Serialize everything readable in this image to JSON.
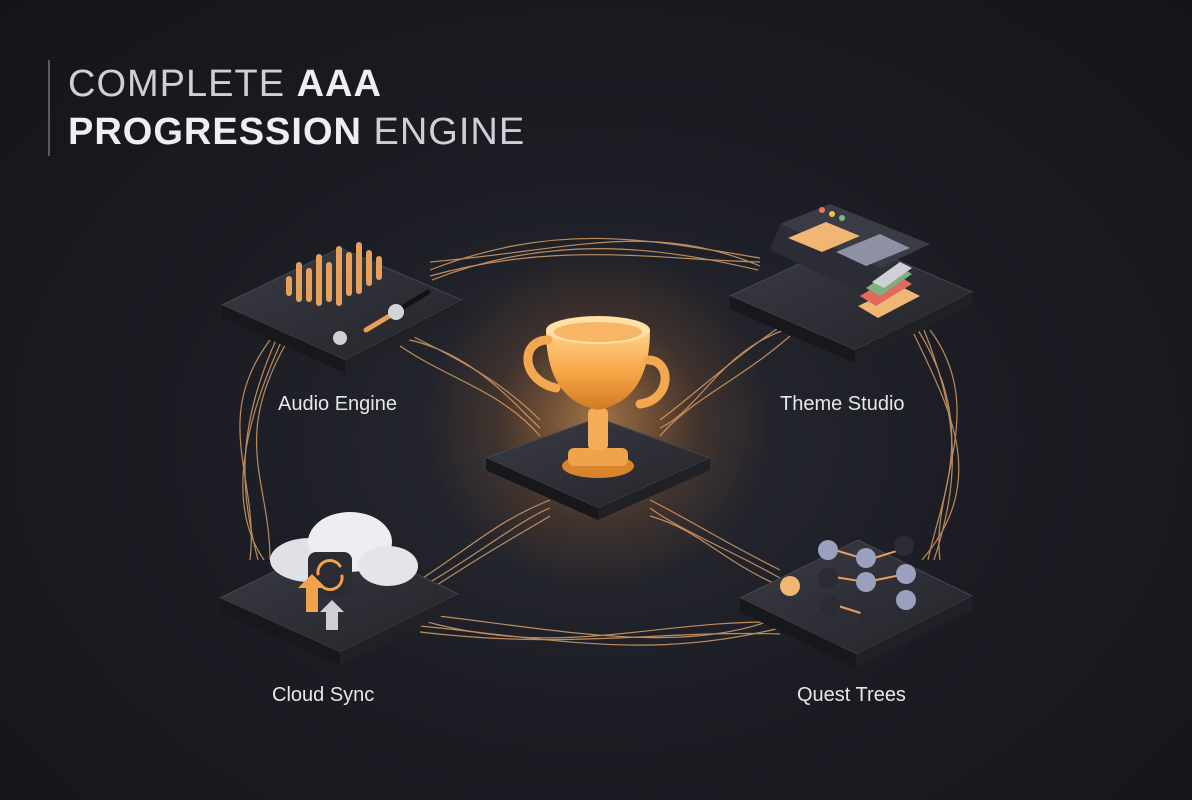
{
  "title": {
    "line1_light": "COMPLETE ",
    "line1_bold": "AAA",
    "line2_bold": "PROGRESSION",
    "line2_light": " ENGINE"
  },
  "nodes": {
    "audio": {
      "label": "Audio Engine"
    },
    "theme": {
      "label": "Theme Studio"
    },
    "cloud": {
      "label": "Cloud Sync"
    },
    "quest": {
      "label": "Quest Trees"
    },
    "center": {
      "icon": "trophy-icon"
    }
  },
  "colors": {
    "accent": "#f4a24a",
    "glow": "#ffb35c",
    "tile": "#2b2c33",
    "background": "#1a1b21"
  }
}
